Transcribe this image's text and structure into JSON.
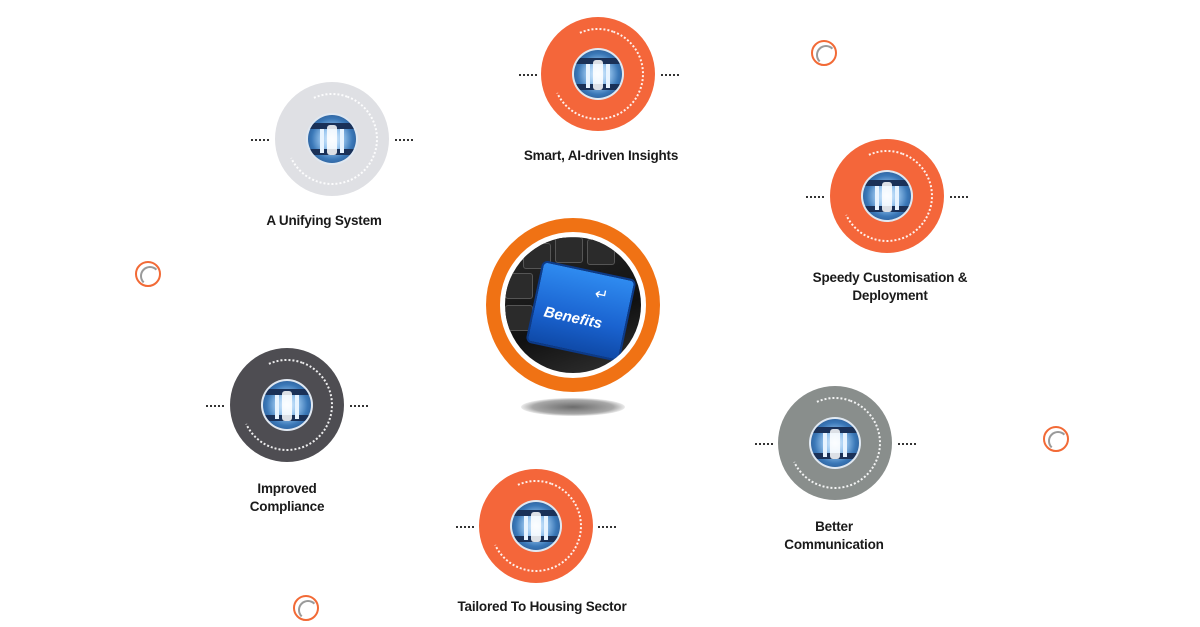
{
  "center": {
    "key_label": "Benefits",
    "arrow": "↵"
  },
  "colors": {
    "orange": "#f4663a",
    "light_grey": "#dfe0e4",
    "dark_grey": "#4e4d52",
    "mid_grey": "#898e8c",
    "center_ring": "#f07214"
  },
  "benefits": [
    {
      "label": "Smart, AI-driven Insights",
      "icon": "server-corridor-icon",
      "color": "orange"
    },
    {
      "label": "A Unifying System",
      "icon": "server-corridor-icon",
      "color": "light_grey"
    },
    {
      "label": "Speedy Customisation & Deployment",
      "icon": "server-corridor-icon",
      "color": "orange"
    },
    {
      "label": "Improved Compliance",
      "icon": "server-corridor-icon",
      "color": "dark_grey"
    },
    {
      "label": "Better Communication",
      "icon": "server-corridor-icon",
      "color": "mid_grey"
    },
    {
      "label": "Tailored To Housing Sector",
      "icon": "server-corridor-icon",
      "color": "orange"
    }
  ]
}
